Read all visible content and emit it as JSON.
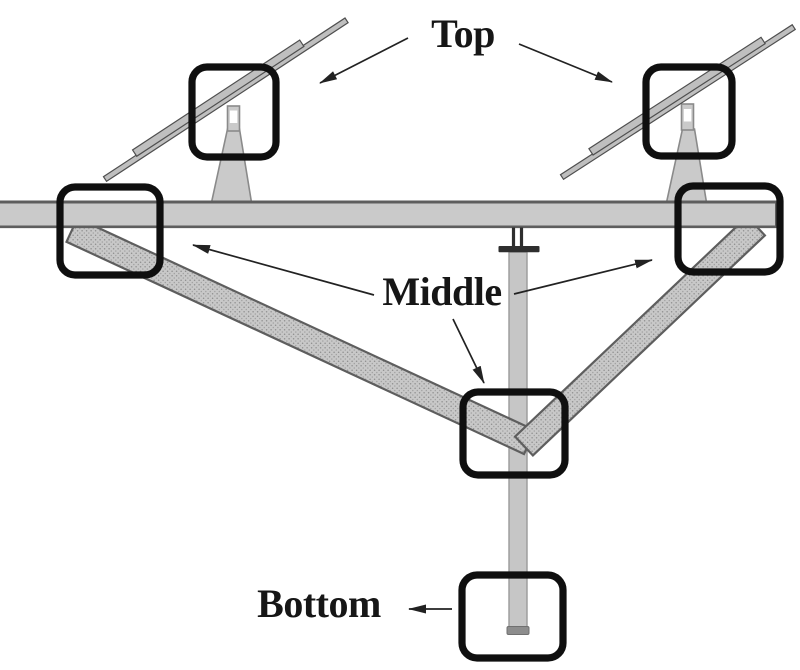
{
  "figure": {
    "type": "annotated-structural-diagram",
    "description_labels_visible": [
      "Top",
      "Middle",
      "Bottom"
    ],
    "labels": {
      "top": "Top",
      "middle": "Middle",
      "bottom": "Bottom"
    },
    "colors": {
      "background": "#ffffff",
      "member_fill": "#cacaca",
      "member_edge": "#5e5e5e",
      "post_edge": "#8a8a8a",
      "rod_fill": "#bfbfbf",
      "rod_edge": "#4f4f4f",
      "pole_fill": "#c6c6c6",
      "pole_edge": "#9a9a9a",
      "pole_cap": "#8d8d8d",
      "bracket": "#2e2e2e",
      "highlight_box": "#0f0f0f",
      "arrow": "#222222",
      "text": "#161616"
    }
  }
}
